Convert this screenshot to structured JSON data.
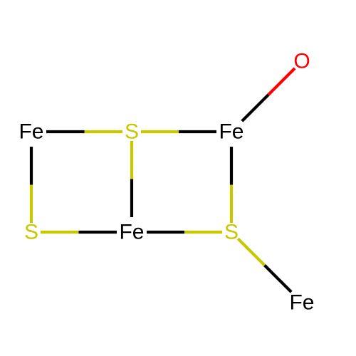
{
  "diagram": {
    "type": "molecular-structure",
    "colors": {
      "Fe": "#000000",
      "S": "#c8c800",
      "O": "#ff0000",
      "background": "#ffffff"
    },
    "atoms": [
      {
        "id": "fe1",
        "element": "Fe",
        "label": "Fe"
      },
      {
        "id": "s1",
        "element": "S",
        "label": "S"
      },
      {
        "id": "fe2",
        "element": "Fe",
        "label": "Fe"
      },
      {
        "id": "o1",
        "element": "O",
        "label": "O"
      },
      {
        "id": "s2",
        "element": "S",
        "label": "S"
      },
      {
        "id": "fe3",
        "element": "Fe",
        "label": "Fe"
      },
      {
        "id": "s3",
        "element": "S",
        "label": "S"
      },
      {
        "id": "fe4",
        "element": "Fe",
        "label": "Fe"
      }
    ],
    "bonds": [
      {
        "from": "fe1",
        "to": "s1"
      },
      {
        "from": "s1",
        "to": "fe2"
      },
      {
        "from": "fe2",
        "to": "o1"
      },
      {
        "from": "fe1",
        "to": "s2"
      },
      {
        "from": "s1",
        "to": "fe3"
      },
      {
        "from": "fe2",
        "to": "s3"
      },
      {
        "from": "s2",
        "to": "fe3"
      },
      {
        "from": "fe3",
        "to": "s3"
      },
      {
        "from": "s3",
        "to": "fe4"
      }
    ]
  }
}
